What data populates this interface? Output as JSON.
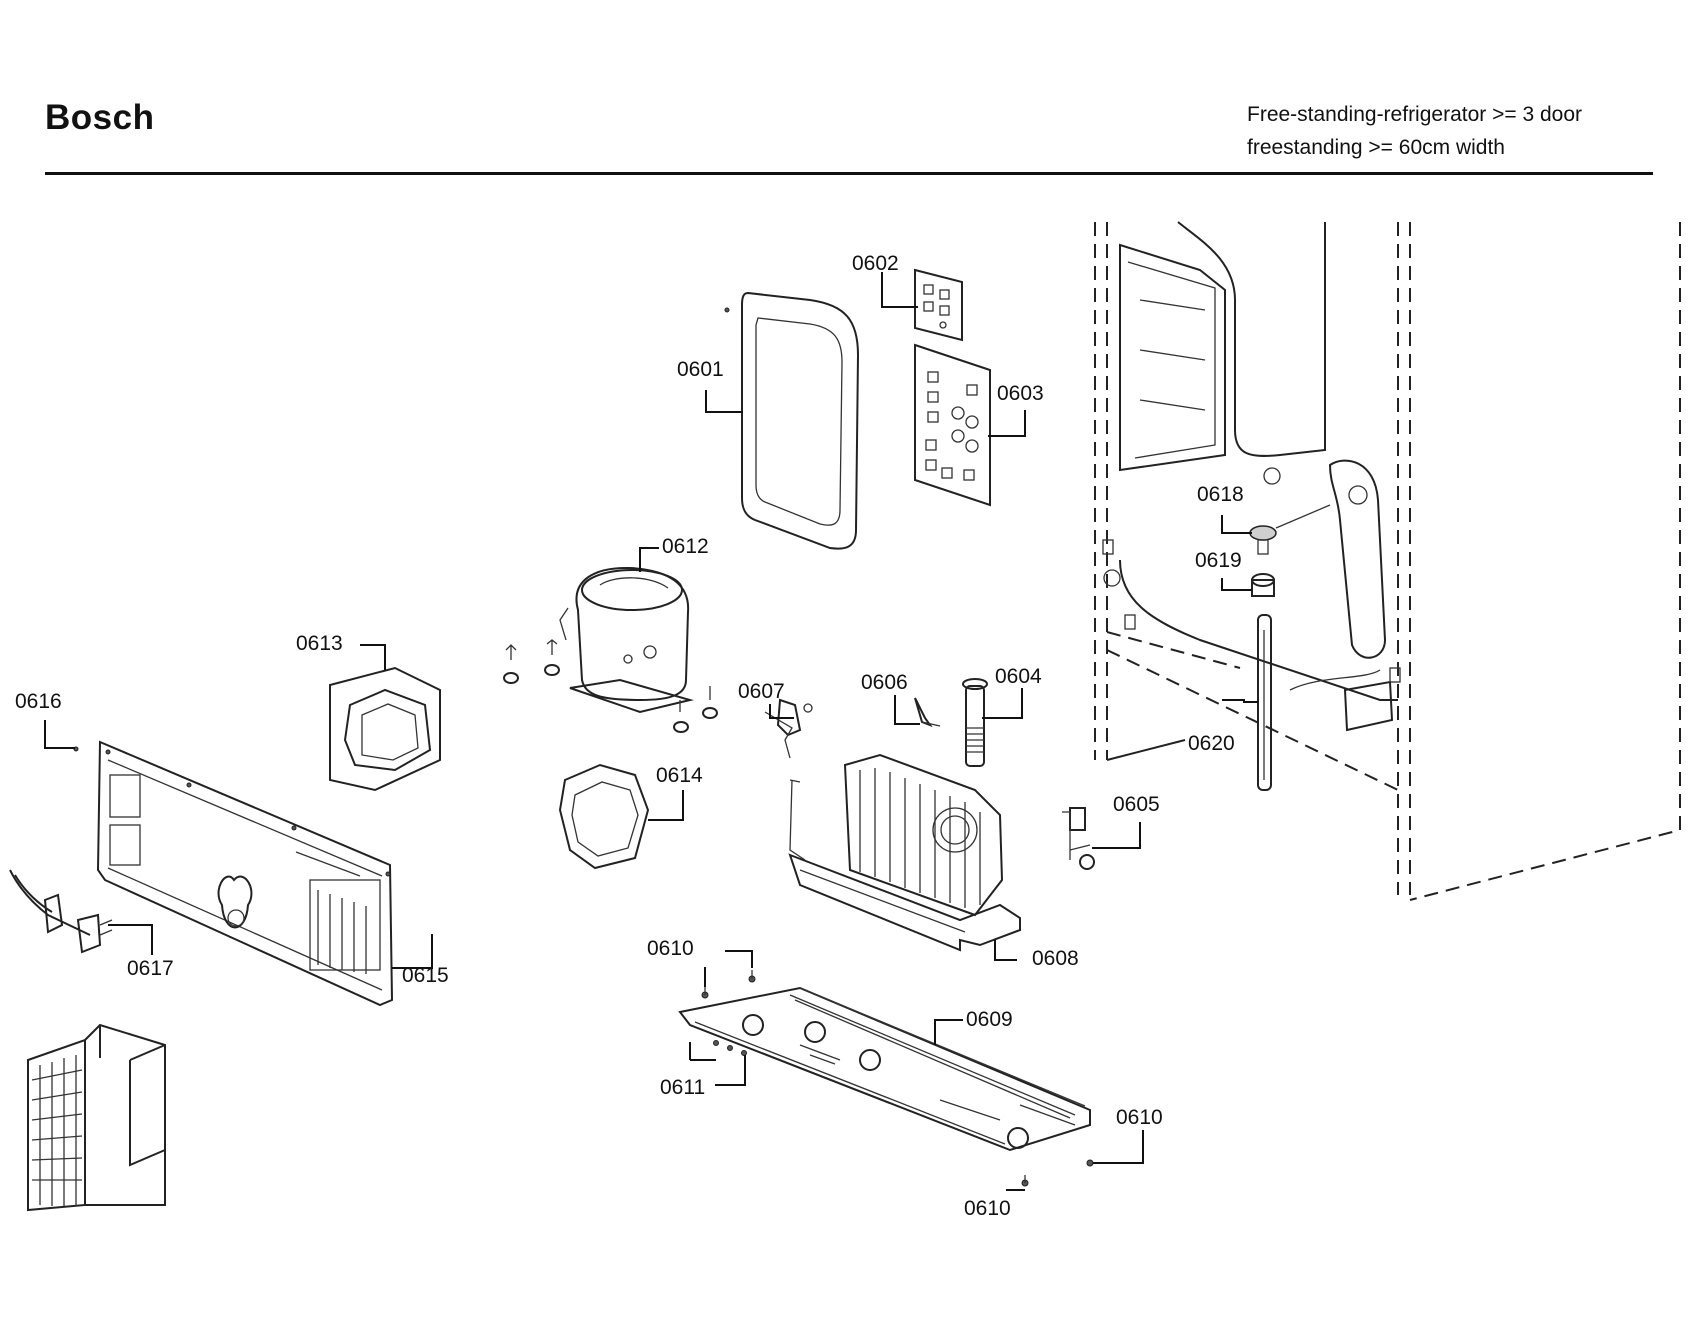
{
  "header": {
    "brand": "Bosch",
    "subtitle_line1": "Free-standing-refrigerator >= 3 door",
    "subtitle_line2": "freestanding >= 60cm width"
  },
  "callouts": {
    "c0601": "0601",
    "c0602": "0602",
    "c0603": "0603",
    "c0604": "0604",
    "c0605": "0605",
    "c0606": "0606",
    "c0607": "0607",
    "c0608": "0608",
    "c0609": "0609",
    "c0610a": "0610",
    "c0610b": "0610",
    "c0610c": "0610",
    "c0611": "0611",
    "c0612": "0612",
    "c0613": "0613",
    "c0614": "0614",
    "c0615": "0615",
    "c0616": "0616",
    "c0617": "0617",
    "c0618": "0618",
    "c0619": "0619",
    "c0620": "0620"
  }
}
